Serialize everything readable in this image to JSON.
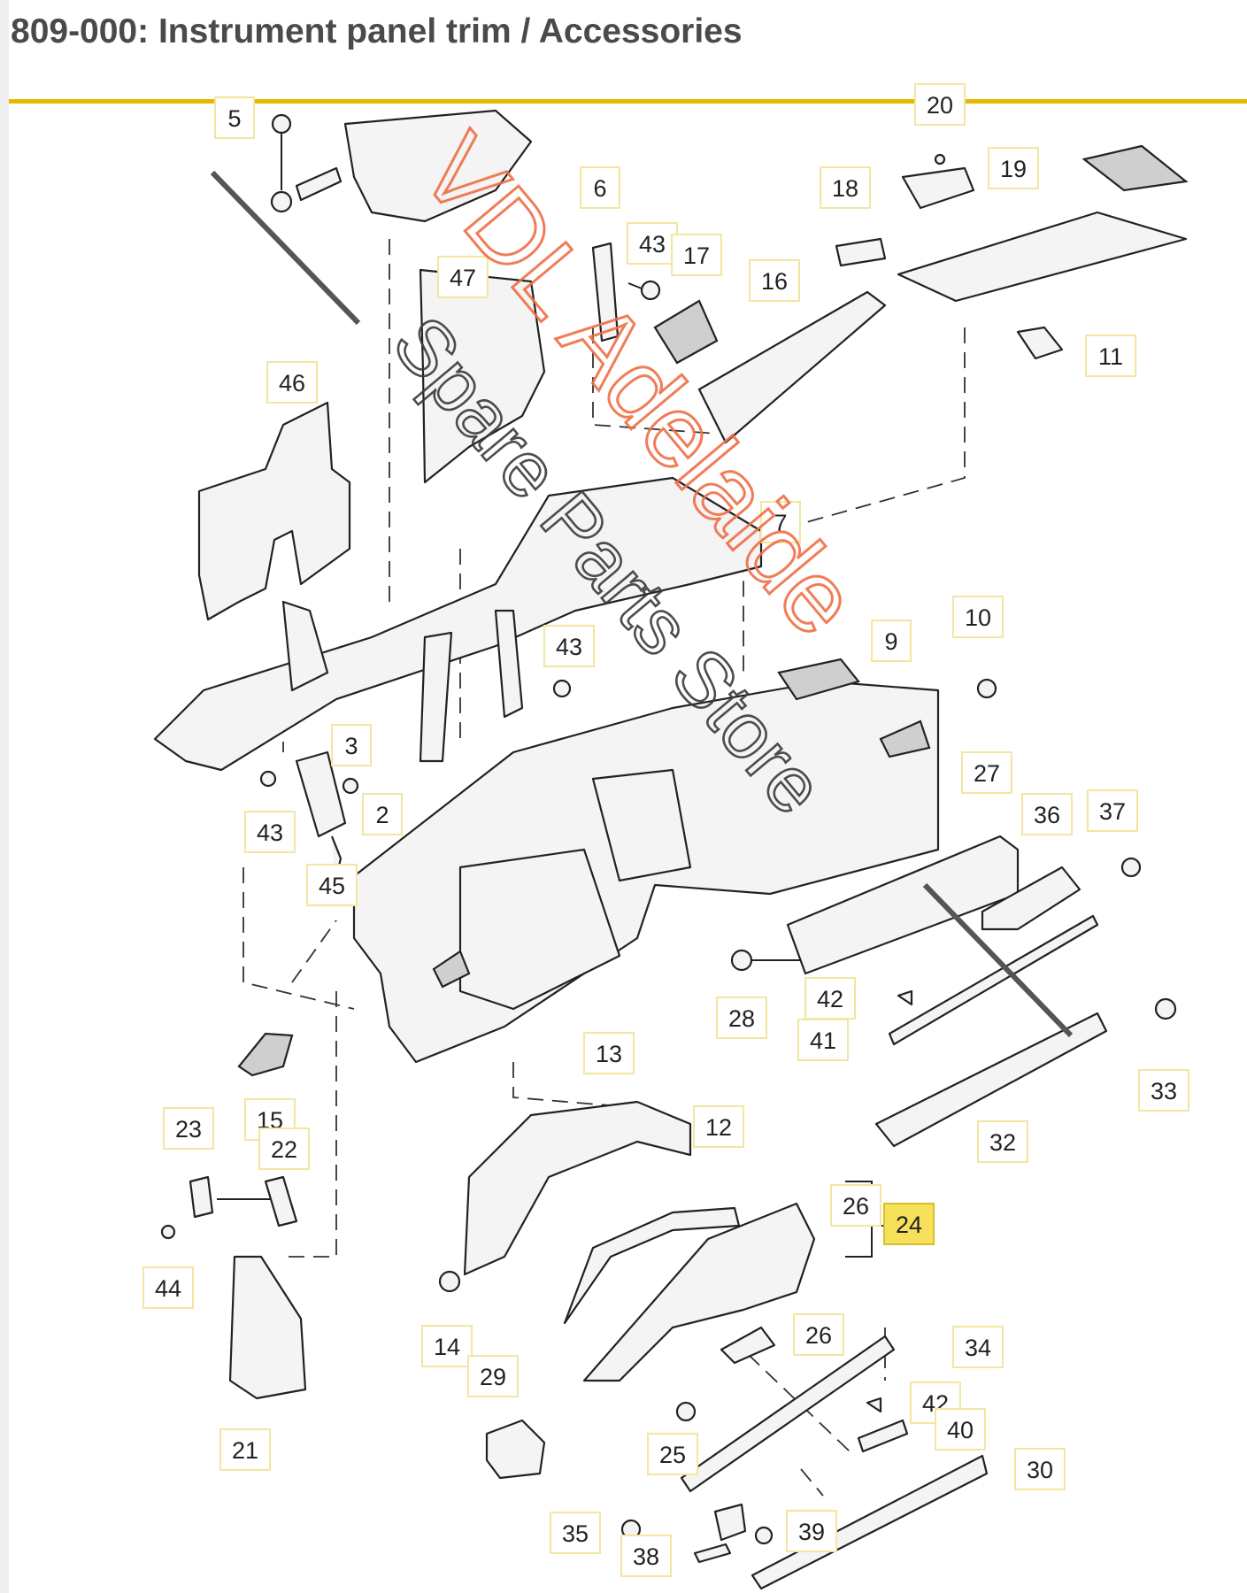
{
  "page": {
    "title": "809-000: Instrument panel trim / Accessories"
  },
  "watermark": {
    "line1": "VDL Adelaide",
    "line2": "Spare Parts Store",
    "accent_color": "#ef6f47"
  },
  "colors": {
    "title_rule": "#e6b800",
    "callout_border": "#f2e6a0",
    "highlight_fill": "#f7e05a"
  },
  "highlighted_callout": "24",
  "callouts": [
    {
      "id": "c5",
      "label": "5"
    },
    {
      "id": "c20",
      "label": "20"
    },
    {
      "id": "c19",
      "label": "19"
    },
    {
      "id": "c6",
      "label": "6"
    },
    {
      "id": "c43a",
      "label": "43"
    },
    {
      "id": "c17",
      "label": "17"
    },
    {
      "id": "c18",
      "label": "18"
    },
    {
      "id": "c16",
      "label": "16"
    },
    {
      "id": "c47",
      "label": "47"
    },
    {
      "id": "c11",
      "label": "11"
    },
    {
      "id": "c46",
      "label": "46"
    },
    {
      "id": "c7",
      "label": "7"
    },
    {
      "id": "c10",
      "label": "10"
    },
    {
      "id": "c43b",
      "label": "43"
    },
    {
      "id": "c9",
      "label": "9"
    },
    {
      "id": "c3",
      "label": "3"
    },
    {
      "id": "c2",
      "label": "2"
    },
    {
      "id": "c43c",
      "label": "43"
    },
    {
      "id": "c27",
      "label": "27"
    },
    {
      "id": "c36",
      "label": "36"
    },
    {
      "id": "c37",
      "label": "37"
    },
    {
      "id": "c45",
      "label": "45"
    },
    {
      "id": "c28",
      "label": "28"
    },
    {
      "id": "c42a",
      "label": "42"
    },
    {
      "id": "c41",
      "label": "41"
    },
    {
      "id": "c33",
      "label": "33"
    },
    {
      "id": "c13",
      "label": "13"
    },
    {
      "id": "c32",
      "label": "32"
    },
    {
      "id": "c15",
      "label": "15"
    },
    {
      "id": "c23",
      "label": "23"
    },
    {
      "id": "c22",
      "label": "22"
    },
    {
      "id": "c12",
      "label": "12"
    },
    {
      "id": "c26a",
      "label": "26"
    },
    {
      "id": "c24",
      "label": "24"
    },
    {
      "id": "c44",
      "label": "44"
    },
    {
      "id": "c14",
      "label": "14"
    },
    {
      "id": "c29",
      "label": "29"
    },
    {
      "id": "c26b",
      "label": "26"
    },
    {
      "id": "c34",
      "label": "34"
    },
    {
      "id": "c42b",
      "label": "42"
    },
    {
      "id": "c40",
      "label": "40"
    },
    {
      "id": "c21",
      "label": "21"
    },
    {
      "id": "c25",
      "label": "25"
    },
    {
      "id": "c30",
      "label": "30"
    },
    {
      "id": "c35",
      "label": "35"
    },
    {
      "id": "c39",
      "label": "39"
    },
    {
      "id": "c38",
      "label": "38"
    }
  ]
}
